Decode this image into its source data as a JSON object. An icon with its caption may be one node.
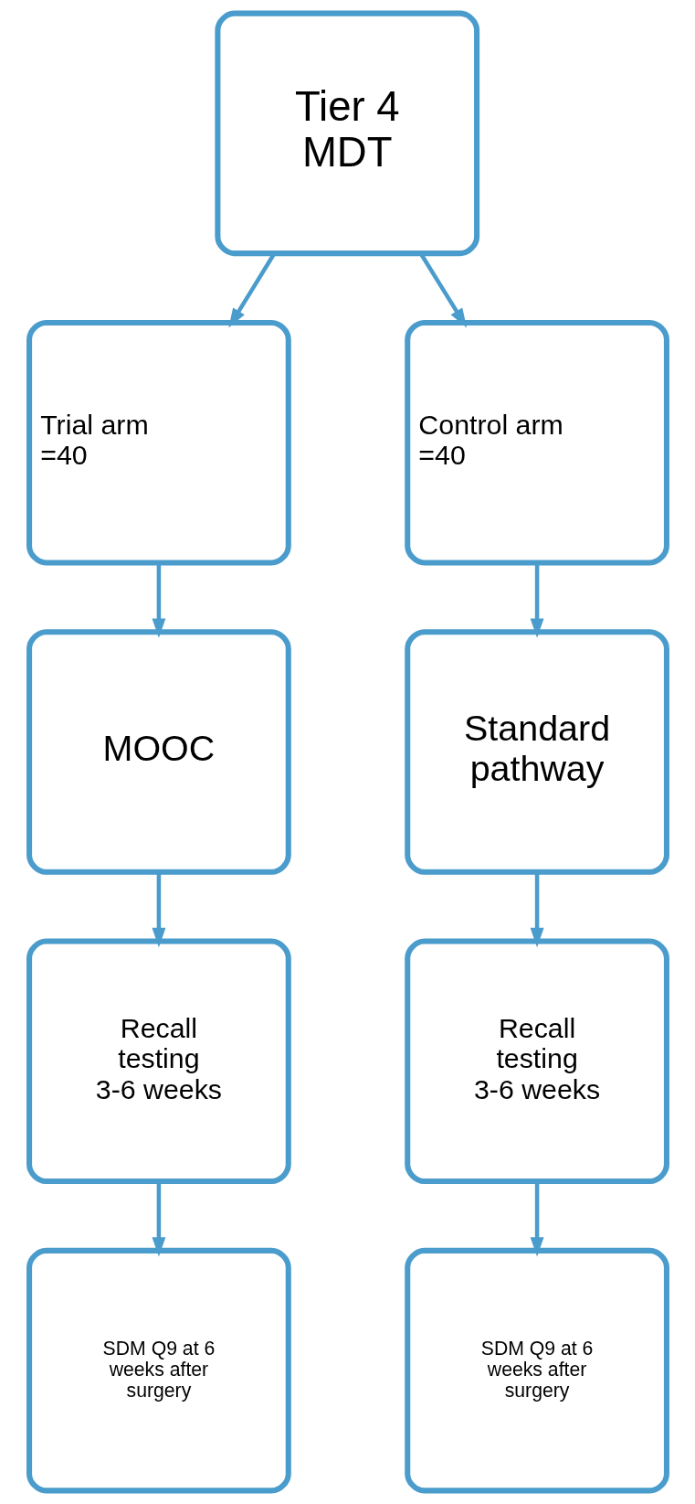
{
  "diagram": {
    "nodes": [
      {
        "text": [
          "Tier 4 MDT"
        ]
      },
      {
        "text": [
          "Trial arm =40"
        ]
      },
      {
        "text": [
          "Control arm =40"
        ]
      },
      {
        "text": [
          "MOOC"
        ]
      },
      {
        "text": [
          "Standard pathway"
        ]
      },
      {
        "text": [
          "Recall testing 3-6 weeks"
        ]
      },
      {
        "text": [
          "Recall testing 3-6 weeks"
        ]
      },
      {
        "text": [
          "SDM Q9 at 6 weeks after surgery"
        ]
      },
      {
        "text": [
          "SDM Q9 at 6 weeks after surgery"
        ]
      }
    ],
    "edges": [
      {
        "from": 0,
        "to": 1,
        "arrow": "to"
      },
      {
        "from": 0,
        "to": 2,
        "arrow": "to"
      },
      {
        "from": 1,
        "to": 3,
        "arrow": "to"
      },
      {
        "from": 2,
        "to": 4,
        "arrow": "to"
      },
      {
        "from": 3,
        "to": 5,
        "arrow": "to"
      },
      {
        "from": 4,
        "to": 6,
        "arrow": "to"
      },
      {
        "from": 5,
        "to": 7,
        "arrow": "to"
      },
      {
        "from": 6,
        "to": 8,
        "arrow": "to"
      }
    ]
  }
}
